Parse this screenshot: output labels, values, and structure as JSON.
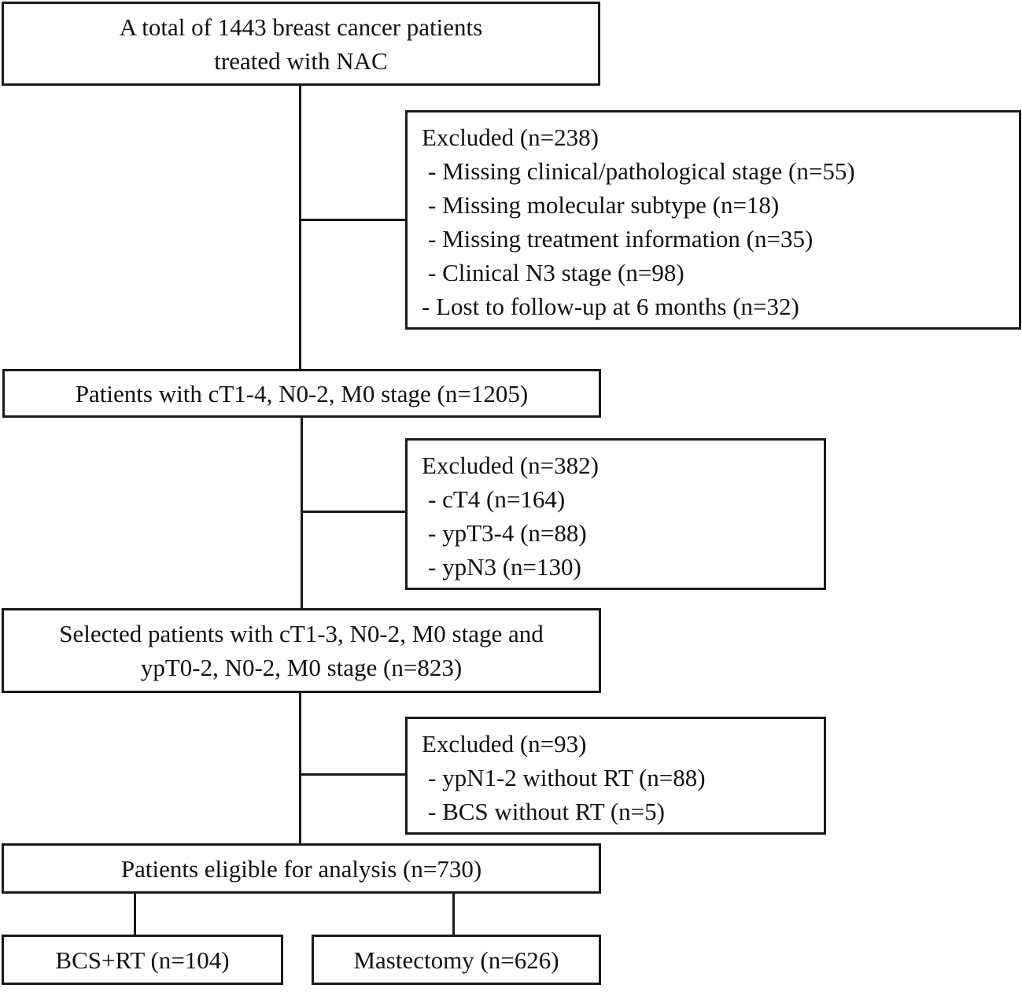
{
  "flow": {
    "start": {
      "lines": [
        "A total of 1443 breast cancer patients",
        "treated with NAC"
      ]
    },
    "exclusion_1": {
      "title": "Excluded (n=238)",
      "items": [
        "- Missing clinical/pathological stage (n=55)",
        "- Missing molecular subtype (n=18)",
        "- Missing treatment information (n=35)",
        "- Clinical N3 stage (n=98)",
        "- Lost to follow-up at 6 months (n=32)"
      ]
    },
    "step_2": {
      "lines": [
        "Patients with cT1-4, N0-2, M0 stage (n=1205)"
      ]
    },
    "exclusion_2": {
      "title": "Excluded (n=382)",
      "items": [
        "- cT4 (n=164)",
        "- ypT3-4 (n=88)",
        "- ypN3 (n=130)"
      ]
    },
    "step_3": {
      "lines": [
        "Selected patients with cT1-3, N0-2, M0 stage and",
        "ypT0-2, N0-2, M0 stage (n=823)"
      ]
    },
    "exclusion_3": {
      "title": "Excluded (n=93)",
      "items": [
        "- ypN1-2 without RT (n=88)",
        "- BCS without RT (n=5)"
      ]
    },
    "eligible": {
      "lines": [
        "Patients eligible for analysis (n=730)"
      ]
    },
    "groups": {
      "left": "BCS+RT (n=104)",
      "right": "Mastectomy (n=626)"
    }
  }
}
